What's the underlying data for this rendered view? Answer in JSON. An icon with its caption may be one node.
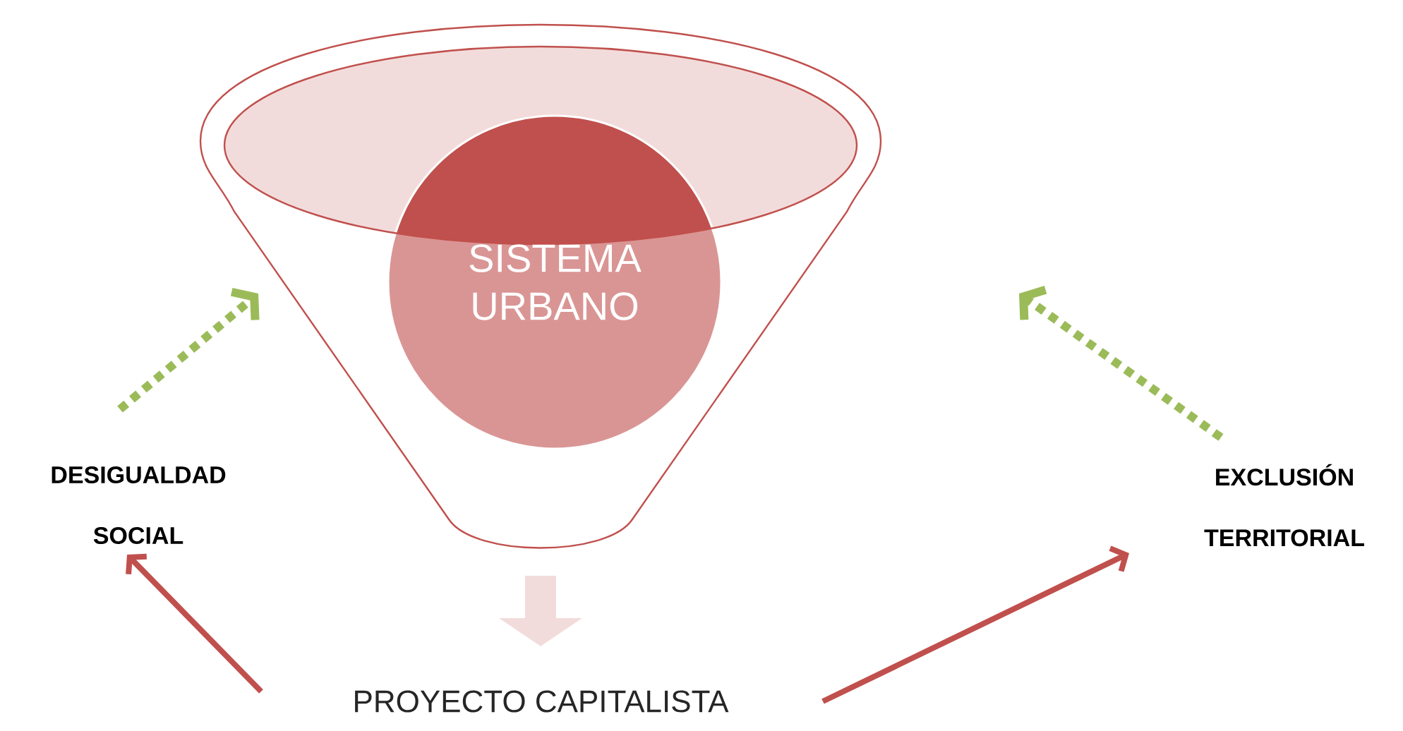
{
  "diagram": {
    "nodes": [
      {
        "text": [],
        "shape": "funnel"
      },
      {
        "text": [
          "SISTEMA URBANO"
        ],
        "in": 0
      },
      {
        "text": [
          "DESIGUALDAD SOCIAL"
        ]
      },
      {
        "text": [
          "EXCLUSIÓN TERRITORIAL"
        ]
      },
      {
        "text": [
          "PROYECTO CAPITALISTA"
        ]
      }
    ],
    "edges": [
      {
        "from": 2,
        "to": null,
        "arrow": "to",
        "style": "dashed",
        "color": "#9bbb59"
      },
      {
        "from": 3,
        "to": null,
        "arrow": "to",
        "style": "dashed",
        "color": "#9bbb59"
      },
      {
        "from": 0,
        "to": 4,
        "arrow": "to",
        "style": "thick",
        "color": "#f2dcdb"
      },
      {
        "from": 4,
        "to": 2,
        "arrow": "to",
        "color": "#c0504d"
      },
      {
        "from": 4,
        "to": 3,
        "arrow": "to",
        "color": "#c0504d"
      }
    ]
  }
}
